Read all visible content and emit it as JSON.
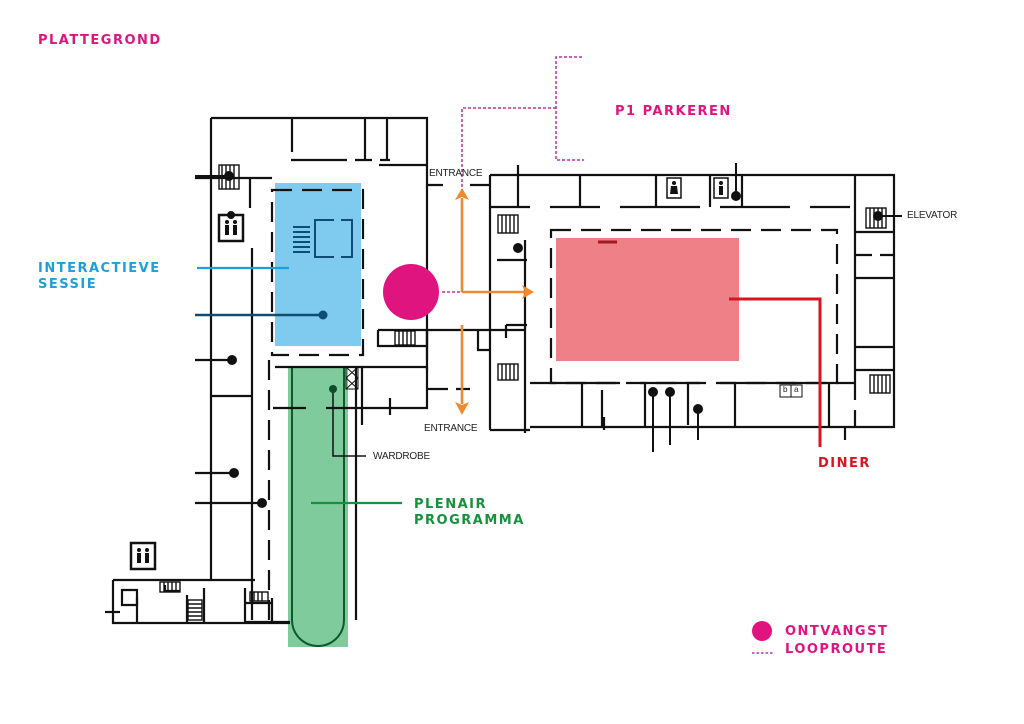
{
  "title": "PLATTEGROND",
  "colors": {
    "brand_magenta": "#e0147f",
    "interactive_blue": "#1e9fd9",
    "interactive_fill": "#7ecbef",
    "plenary_green": "#17913b",
    "plenary_fill": "#7fcb9c",
    "diner_red": "#d8141e",
    "diner_fill": "#ef8088",
    "route_orange": "#f08a2c"
  },
  "labels": {
    "parking": "P1 PARKEREN",
    "interactive_line1": "INTERACTIEVE",
    "interactive_line2": "SESSIE",
    "plenary_line1": "PLENAIR",
    "plenary_line2": "PROGRAMMA",
    "diner": "DINER",
    "entrance_top": "ENTRANCE",
    "entrance_bottom": "ENTRANCE",
    "wardrobe": "WARDROBE",
    "elevator": "ELEVATOR",
    "locker_b": "b",
    "locker_a": "a"
  },
  "legend": {
    "items": [
      {
        "icon": "reception-dot-icon",
        "label": "ONTVANGST"
      },
      {
        "icon": "walking-route-dotted-line-icon",
        "label": "LOOPROUTE"
      }
    ]
  }
}
